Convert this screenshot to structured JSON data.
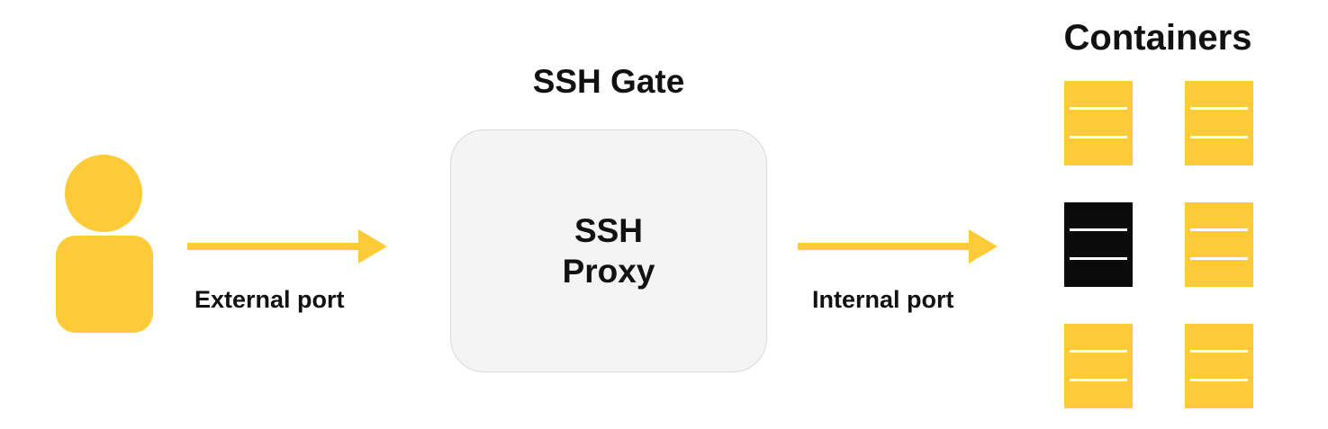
{
  "diagram": {
    "user": {
      "icon": "user-icon"
    },
    "gate": {
      "title": "SSH Gate",
      "box_line1": "SSH",
      "box_line2": "Proxy"
    },
    "external_label": "External port",
    "internal_label": "Internal port",
    "containers": {
      "title": "Containers",
      "items": [
        {
          "active": false
        },
        {
          "active": false
        },
        {
          "active": true
        },
        {
          "active": false
        },
        {
          "active": false
        },
        {
          "active": false
        }
      ]
    }
  },
  "colors": {
    "accent": "#fdcb38",
    "active": "#0b0b0b",
    "box_bg": "#f4f4f5",
    "box_border": "#d8d8d8",
    "text": "#111111"
  }
}
